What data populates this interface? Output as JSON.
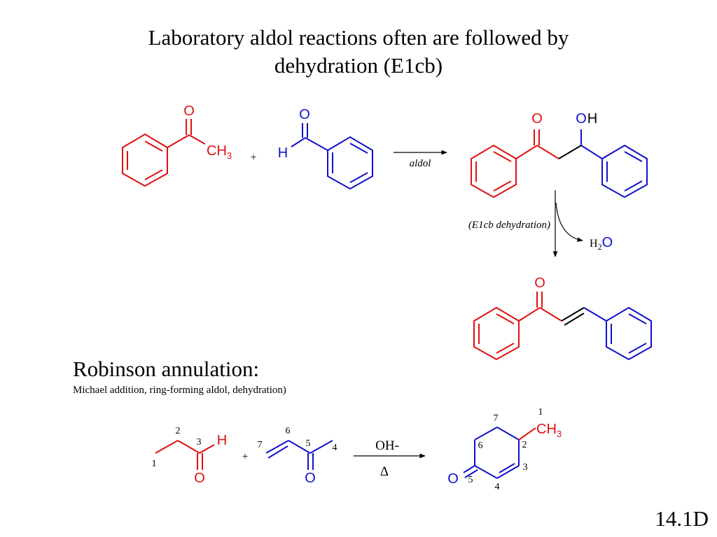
{
  "slide": {
    "title_line1": "Laboratory aldol reactions often are followed by",
    "title_line2": "dehydration (E1cb)",
    "heading": "Robinson annulation:",
    "subheading": "Michael addition, ring-forming aldol, dehydration)",
    "slide_number": "14.1D"
  },
  "colors": {
    "red": "#e01010",
    "blue": "#1010cc",
    "black": "#000000"
  },
  "reaction1": {
    "ketone_o": "O",
    "ketone_ch3": "CH",
    "ketone_ch3_sub": "3",
    "plus": "+",
    "aldehyde_o": "O",
    "aldehyde_h": "H",
    "arrow_label": "aldol",
    "product_ketone_o": "O",
    "product_oh_o": "O",
    "product_oh_h": "H",
    "dehydration_label": "(E1cb dehydration)",
    "water_h": "H",
    "water_sub": "2",
    "water_o": "O",
    "enone_o": "O"
  },
  "reaction2": {
    "aldehyde_h": "H",
    "aldehyde_o": "O",
    "n1": "1",
    "n2": "2",
    "n3": "3",
    "plus": "+",
    "mvk_o": "O",
    "n4": "4",
    "n5": "5",
    "n6": "6",
    "n7": "7",
    "cond_top": "OH-",
    "cond_bottom": "Δ",
    "prod_o": "O",
    "prod_ch3": "CH",
    "prod_ch3_sub": "3",
    "p1": "1",
    "p2": "2",
    "p3": "3",
    "p4": "4",
    "p5": "5",
    "p6": "6",
    "p7": "7"
  }
}
